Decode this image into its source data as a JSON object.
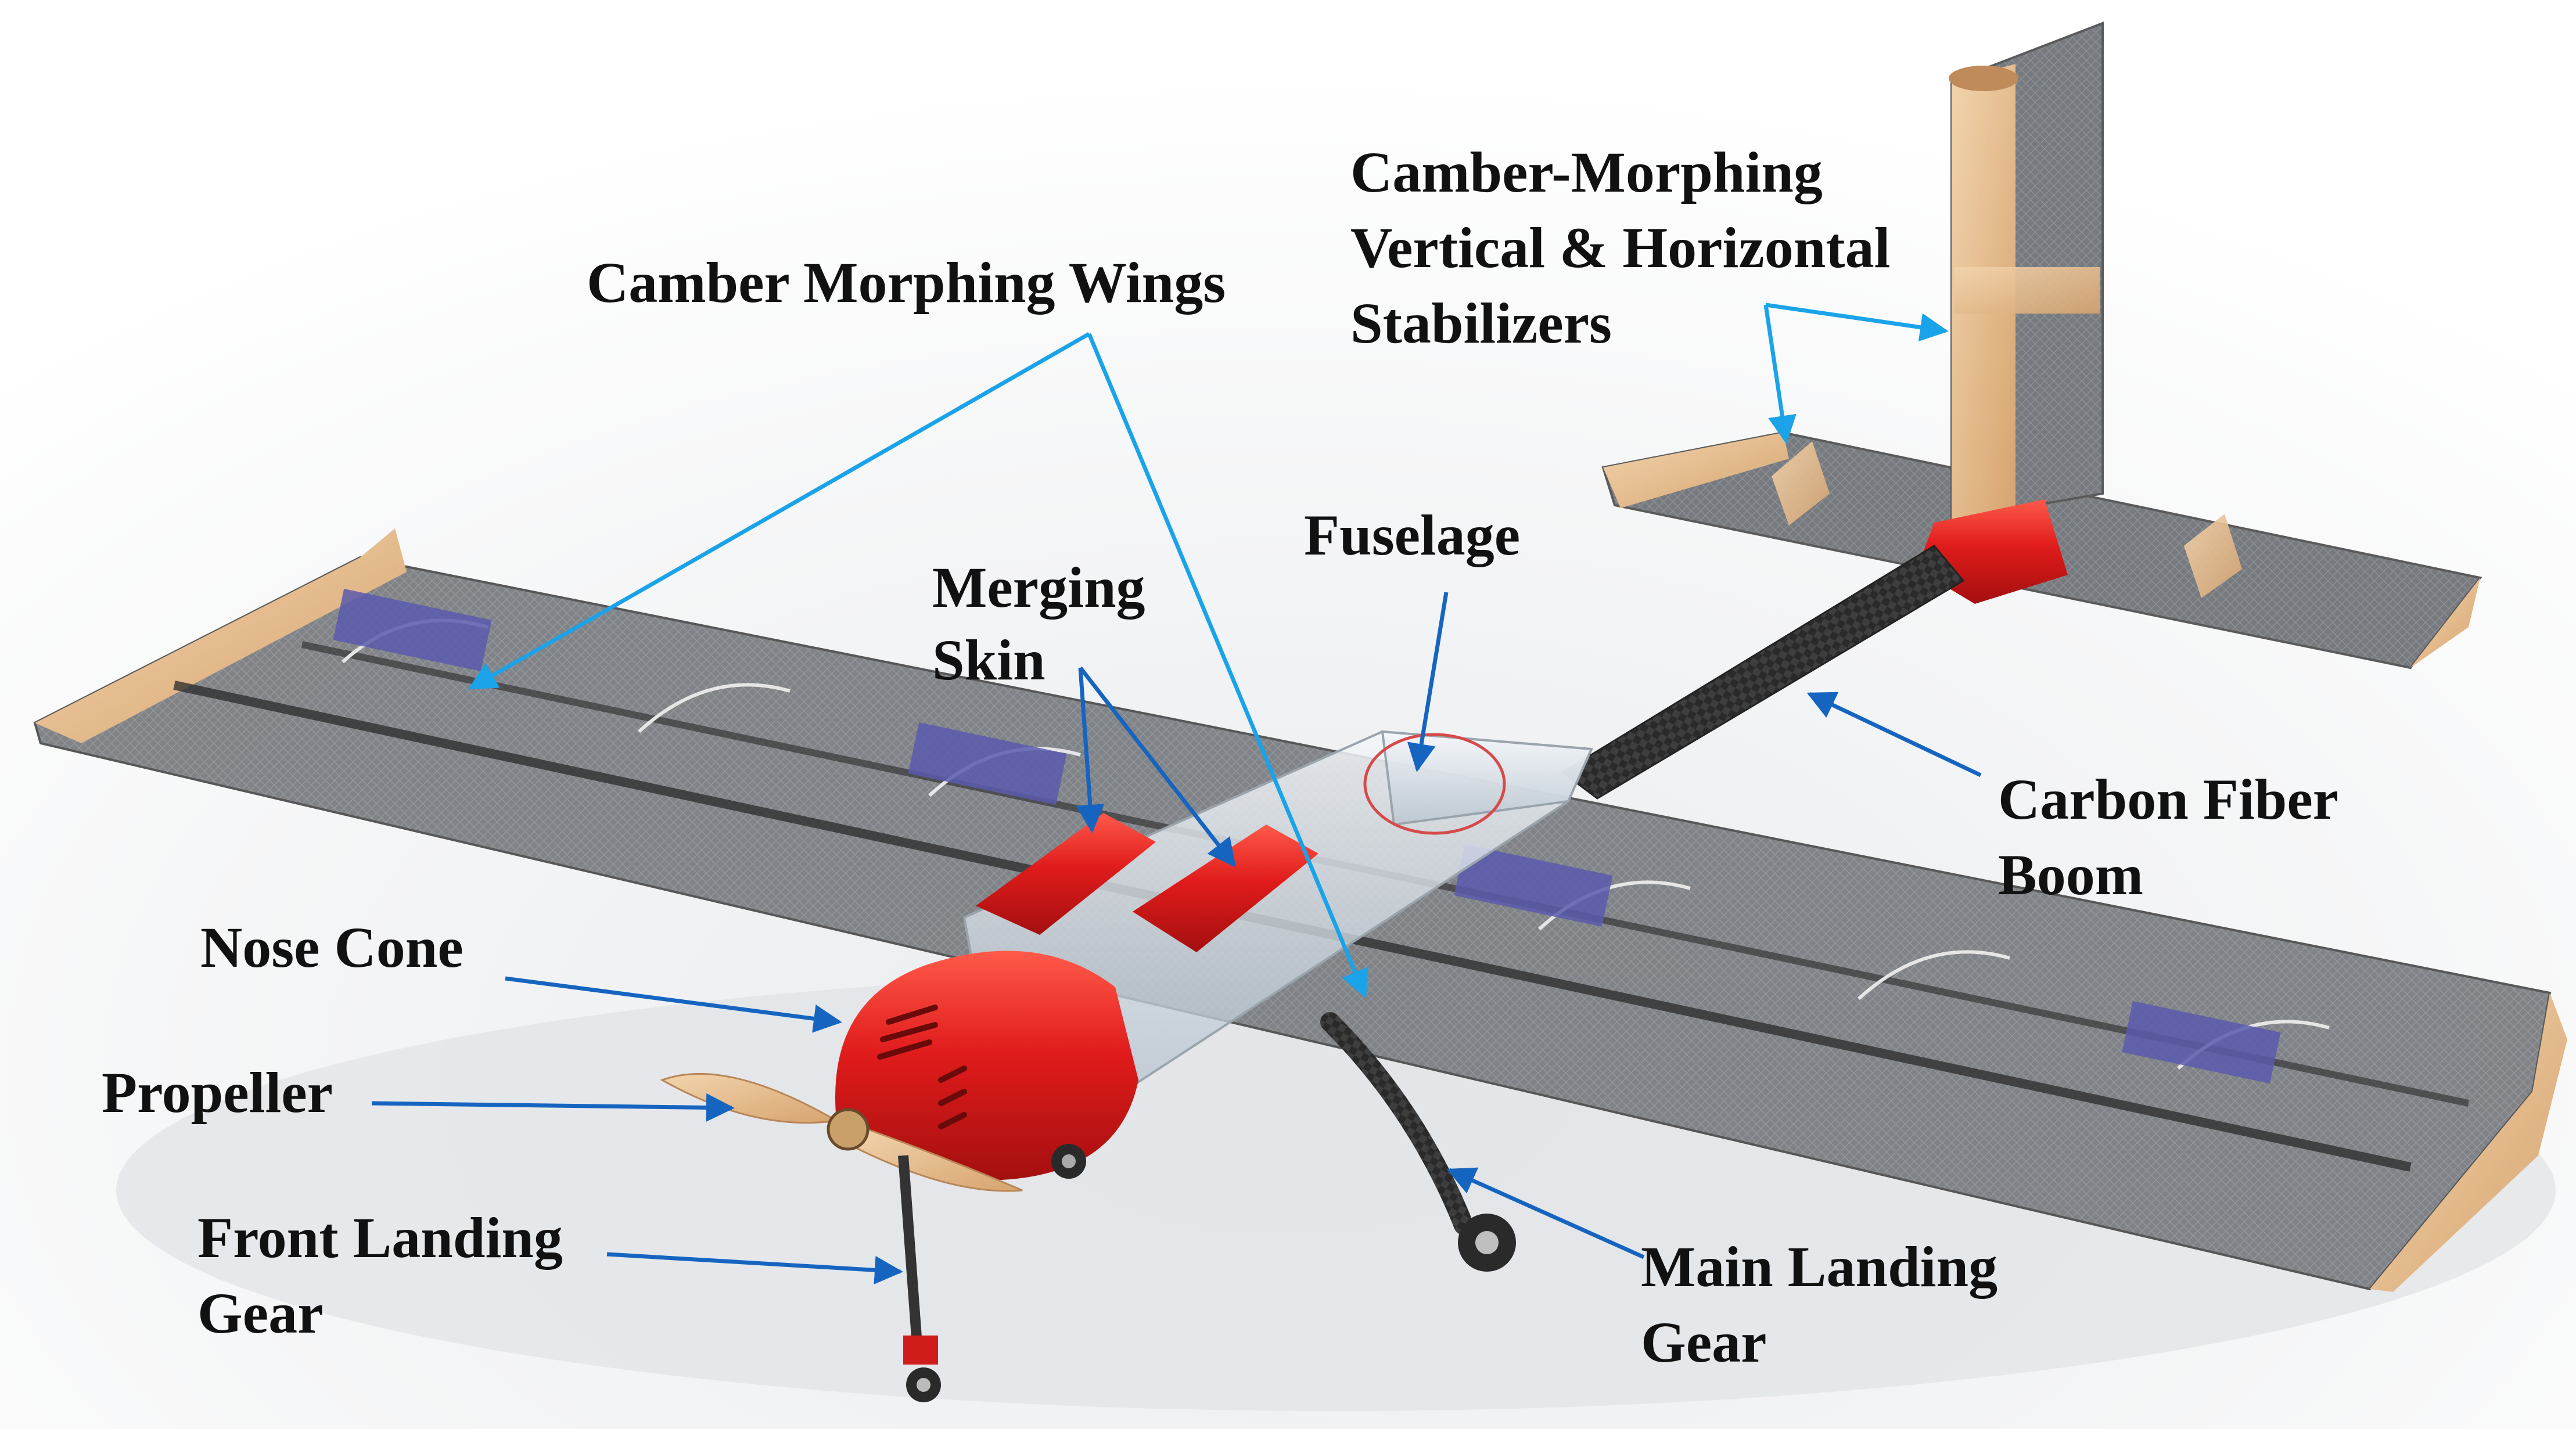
{
  "labels": {
    "camber_wings": "Camber Morphing Wings",
    "stabilizers_line1": "Camber-Morphing",
    "stabilizers_line2": "Vertical & Horizontal",
    "stabilizers_line3": "Stabilizers",
    "fuselage": "Fuselage",
    "merging_skin_line1": "Merging",
    "merging_skin_line2": "Skin",
    "carbon_boom_line1": "Carbon Fiber",
    "carbon_boom_line2": "Boom",
    "nose_cone": "Nose Cone",
    "propeller": "Propeller",
    "front_gear_line1": "Front Landing",
    "front_gear_line2": "Gear",
    "main_gear_line1": "Main Landing",
    "main_gear_line2": "Gear"
  },
  "colors": {
    "callout_light_blue": "#1AA3E8",
    "callout_dark_blue": "#1565C0",
    "fuselage_red": "#E01B1B",
    "wing_skin": "#6b6b6b",
    "wood_tips": "#E3B98A",
    "battery_purple": "#5B5BAE",
    "label_text": "#111111"
  },
  "icons": {
    "callout_arrowhead": "arrowhead-icon",
    "propeller": "propeller-icon",
    "wheel": "wheel-icon"
  }
}
